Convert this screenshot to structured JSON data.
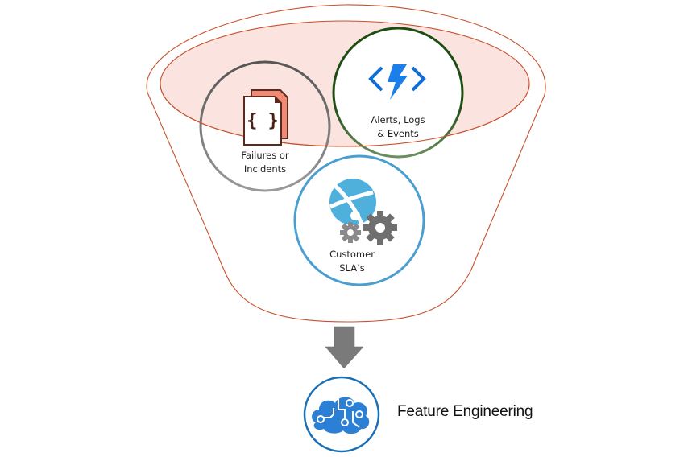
{
  "diagram": {
    "title": "Feature Engineering funnel",
    "funnel": {
      "stroke_color": "#c9502a",
      "inner_fill_color": "#fbe3df"
    },
    "inputs": [
      {
        "id": "failures",
        "lines": [
          "Failures or",
          "Incidents"
        ],
        "icon": "code-document-icon",
        "ring_color": "#6b6b6b"
      },
      {
        "id": "alerts",
        "lines": [
          "Alerts, Logs",
          "& Events"
        ],
        "icon": "azure-functions-lightning-icon",
        "ring_color": "#1e4d12"
      },
      {
        "id": "sla",
        "lines": [
          "Customer",
          "SLA’s"
        ],
        "icon": "web-app-gears-icon",
        "ring_color": "#4a9fd0"
      }
    ],
    "arrow": {
      "icon": "down-arrow-icon",
      "color": "#7a7a7a"
    },
    "output": {
      "label": "Feature Engineering",
      "icon": "cognitive-brain-icon",
      "ring_color": "#1a6fb5",
      "icon_color": "#2b7fd4"
    }
  }
}
